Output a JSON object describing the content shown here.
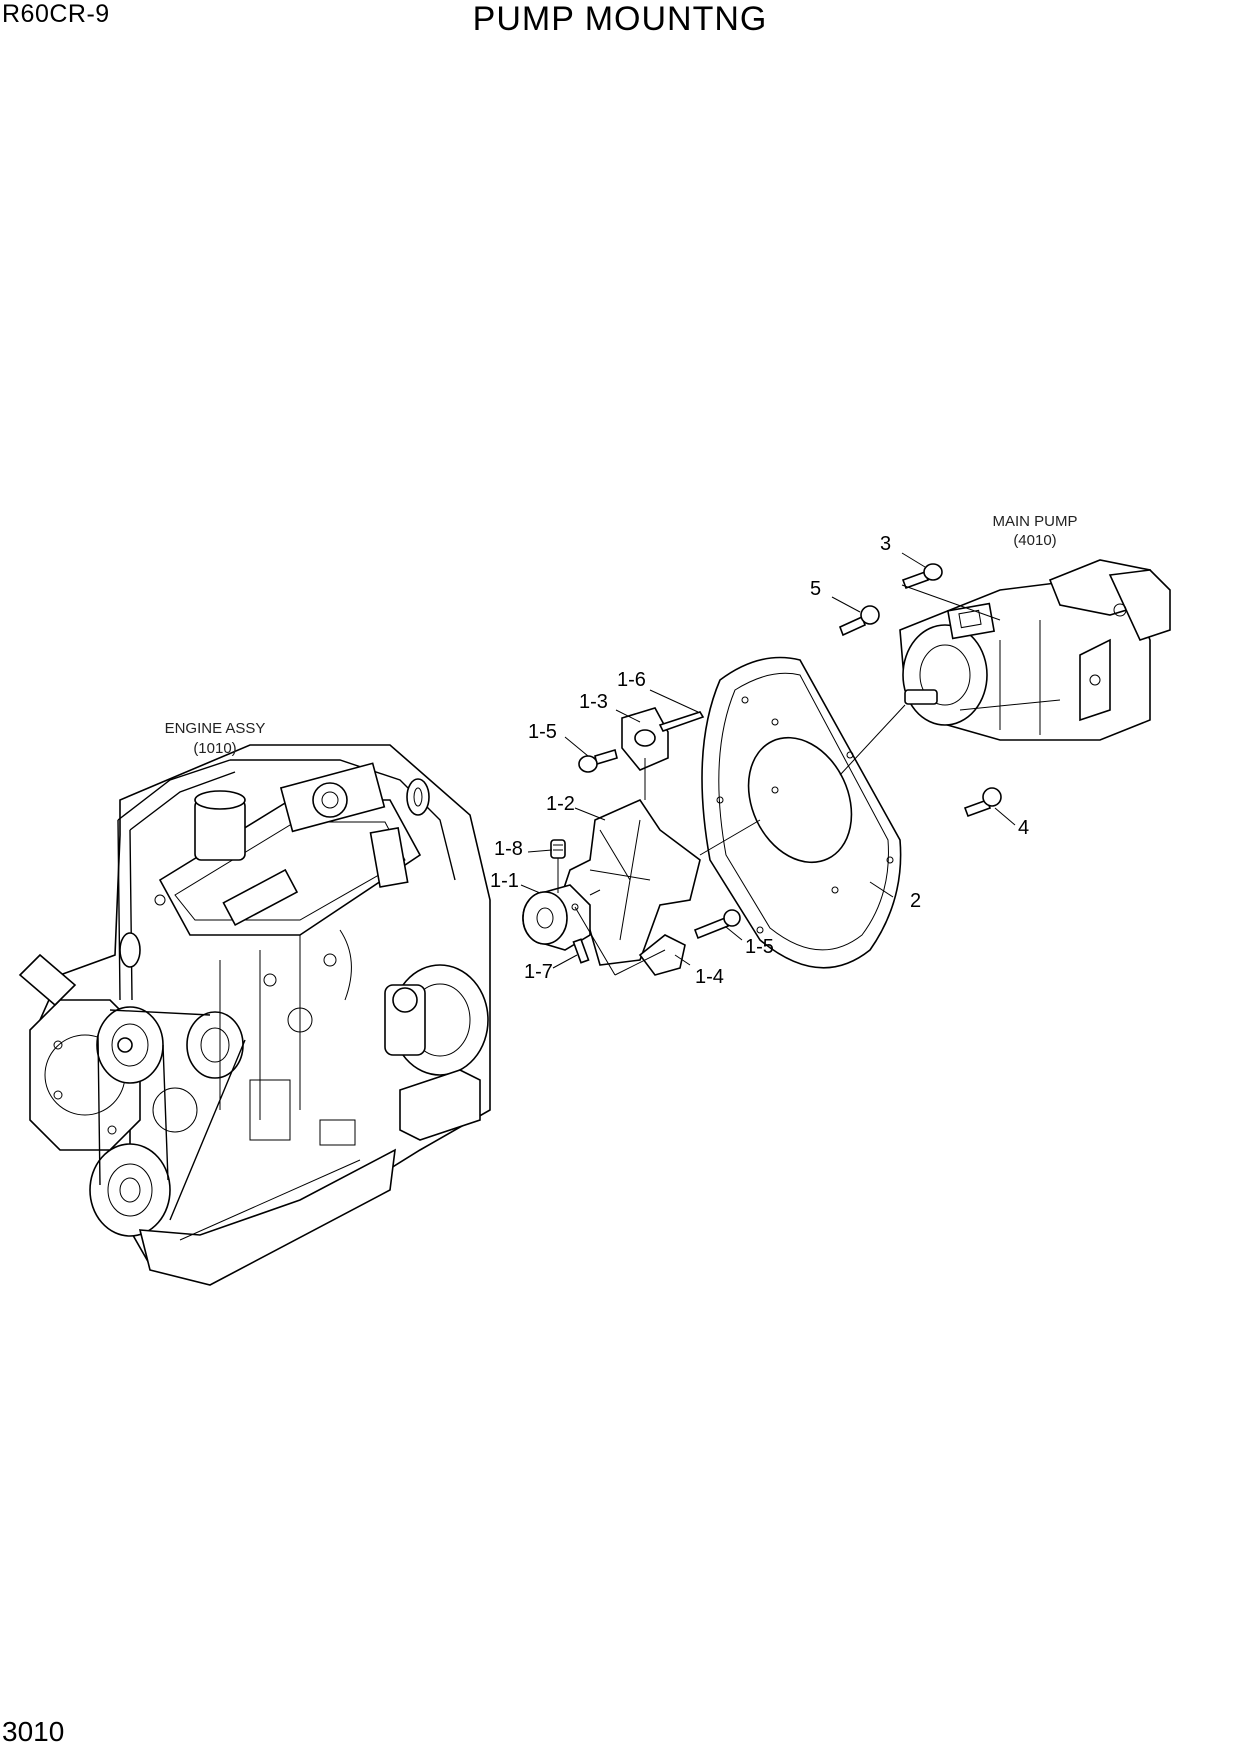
{
  "header": {
    "model": "R60CR-9",
    "title": "PUMP MOUNTNG"
  },
  "footer": {
    "page_number": "3010"
  },
  "assemblies": {
    "engine": {
      "name": "ENGINE ASSY",
      "code": "(1010)"
    },
    "pump": {
      "name": "MAIN PUMP",
      "code": "(4010)"
    }
  },
  "callouts": {
    "p1_1": "1-1",
    "p1_2": "1-2",
    "p1_3": "1-3",
    "p1_4": "1-4",
    "p1_5a": "1-5",
    "p1_5b": "1-5",
    "p1_6": "1-6",
    "p1_7": "1-7",
    "p1_8": "1-8",
    "p2": "2",
    "p3": "3",
    "p4": "4",
    "p5": "5"
  }
}
